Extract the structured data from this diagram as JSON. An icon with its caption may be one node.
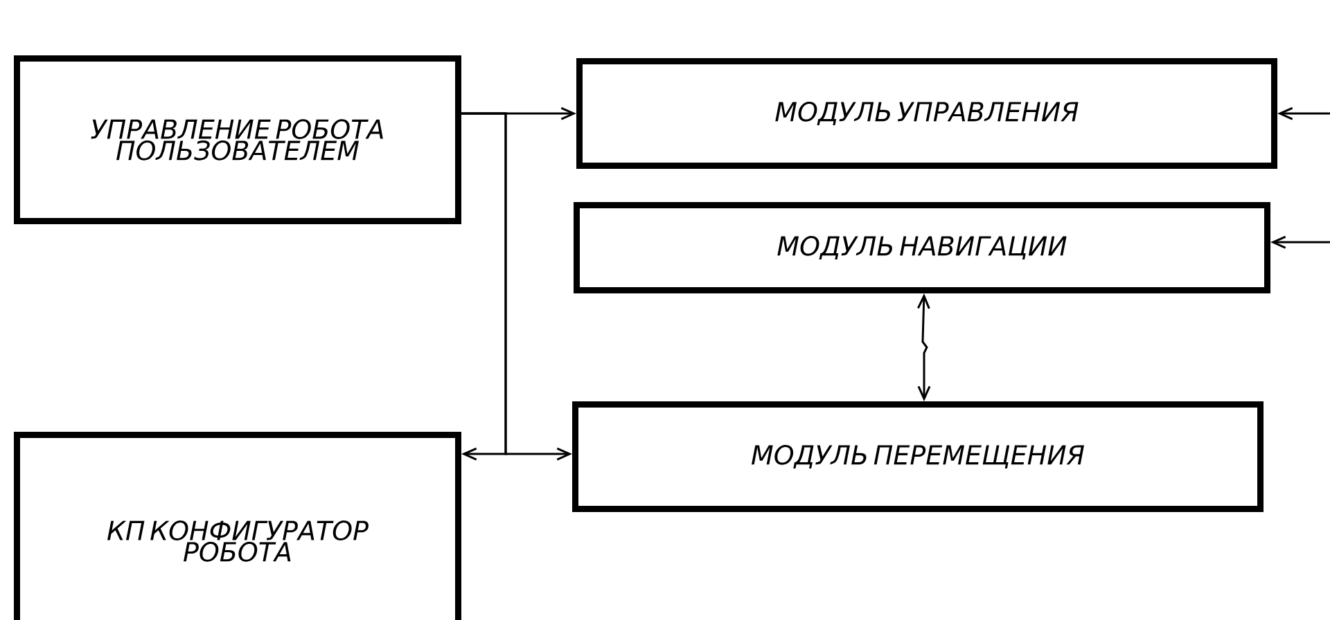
{
  "diagram": {
    "nodes": [
      {
        "text": [
          "УПРАВЛЕНИЕ РОБОТА ПОЛЬЗОВАТЕЛЕМ"
        ]
      },
      {
        "text": [
          "МОДУЛЬ УПРАВЛЕНИЯ"
        ]
      },
      {
        "text": [
          "МОДУЛЬ НАВИГАЦИИ"
        ]
      },
      {
        "text": [
          "МОДУЛЬ ПЕРЕМЕЩЕНИЯ"
        ]
      },
      {
        "text": [
          "КП КОНФИГУРАТОР РОБОТА"
        ]
      }
    ],
    "edges": [
      {
        "from": 0,
        "to": 1,
        "arrow": "to"
      },
      {
        "from": 0,
        "to": 3,
        "arrow": "to"
      },
      {
        "from": 0,
        "to": 4,
        "arrow": "to"
      },
      {
        "from": null,
        "to": 1,
        "arrow": "to"
      },
      {
        "from": null,
        "to": 2,
        "arrow": "to"
      },
      {
        "from": 2,
        "to": 3,
        "arrow": "both"
      }
    ]
  }
}
